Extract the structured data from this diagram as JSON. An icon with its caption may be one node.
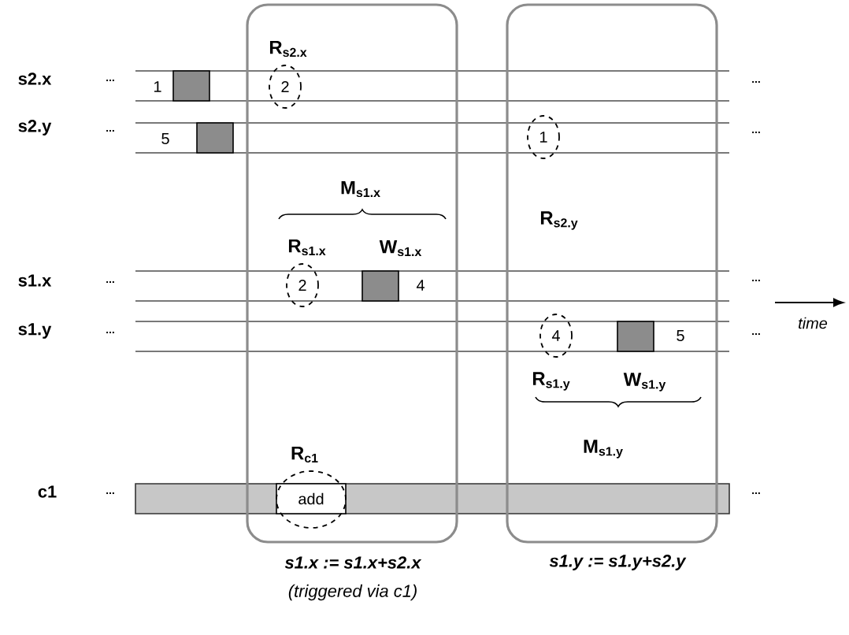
{
  "diagram": {
    "nodes": [
      {
        "text": [],
        "shape": "box"
      },
      {
        "text": [],
        "shape": "box"
      },
      {
        "text": [
          "2"
        ],
        "in": 0,
        "beside": [
          "R$_{s2.x}$"
        ]
      },
      {
        "text": [
          "1"
        ],
        "in": 1
      },
      {
        "text": [
          "2"
        ],
        "in": 0,
        "beside": [
          "R$_{s1.x}$"
        ]
      },
      {
        "text": [
          "4"
        ],
        "in": 1,
        "beside": [
          "R$_{s1.y}$"
        ]
      },
      {
        "text": [
          "add"
        ],
        "in": 0,
        "beside": [
          "R$_{c1}$"
        ]
      },
      {
        "text": [],
        "shape": "box"
      },
      {
        "text": [],
        "shape": "box"
      },
      {
        "text": [],
        "shape": "box",
        "in": 0,
        "beside": [
          "W$_{s1.x}$"
        ]
      },
      {
        "text": [],
        "shape": "box",
        "in": 1,
        "beside": [
          "W$_{s1.y}$"
        ]
      }
    ],
    "labels": [
      "s2.x",
      "...",
      "1",
      "...",
      "s2.y",
      "...",
      "5",
      "...",
      "M$_{s1.x}$",
      "R$_{s2.y}$",
      "s1.x",
      "...",
      "4",
      "...",
      "time",
      "s1.y",
      "...",
      "5",
      "...",
      "M$_{s1.y}$",
      "c1",
      "...",
      "...",
      "s1.x := s1.x+s2.x",
      "s1.y := s1.y+s2.y",
      "(triggered via c1)"
    ]
  }
}
